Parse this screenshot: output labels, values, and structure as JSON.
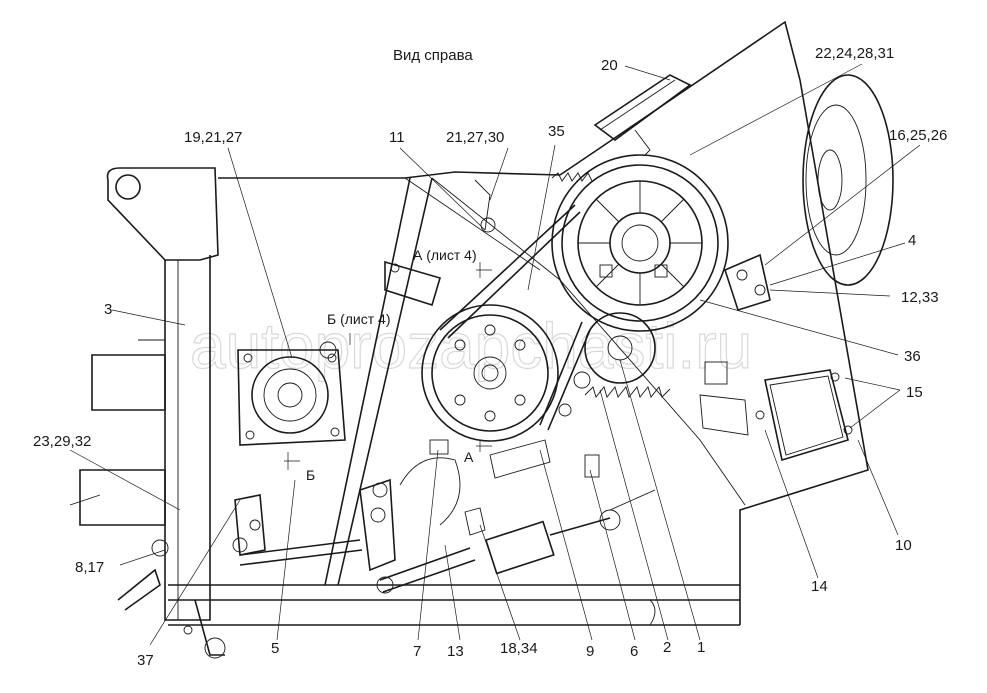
{
  "title": "Вид справа",
  "section_labels": {
    "a_sheet": "А (лист 4)",
    "b_sheet": "Б (лист 4)",
    "a_lower": "А",
    "b_lower": "Б"
  },
  "callouts": {
    "c20": "20",
    "c22_24_28_31": "22,24,28,31",
    "c16_25_26": "16,25,26",
    "c4": "4",
    "c12_33": "12,33",
    "c36": "36",
    "c15": "15",
    "c10": "10",
    "c14": "14",
    "c1": "1",
    "c2": "2",
    "c6": "6",
    "c9": "9",
    "c18_34": "18,34",
    "c13": "13",
    "c7": "7",
    "c5": "5",
    "c37": "37",
    "c8_17": "8,17",
    "c23_29_32": "23,29,32",
    "c3": "3",
    "c19_21_27": "19,21,27",
    "c11": "11",
    "c21_27_30": "21,27,30",
    "c35": "35"
  },
  "watermark": "autoprozapchasti.ru"
}
